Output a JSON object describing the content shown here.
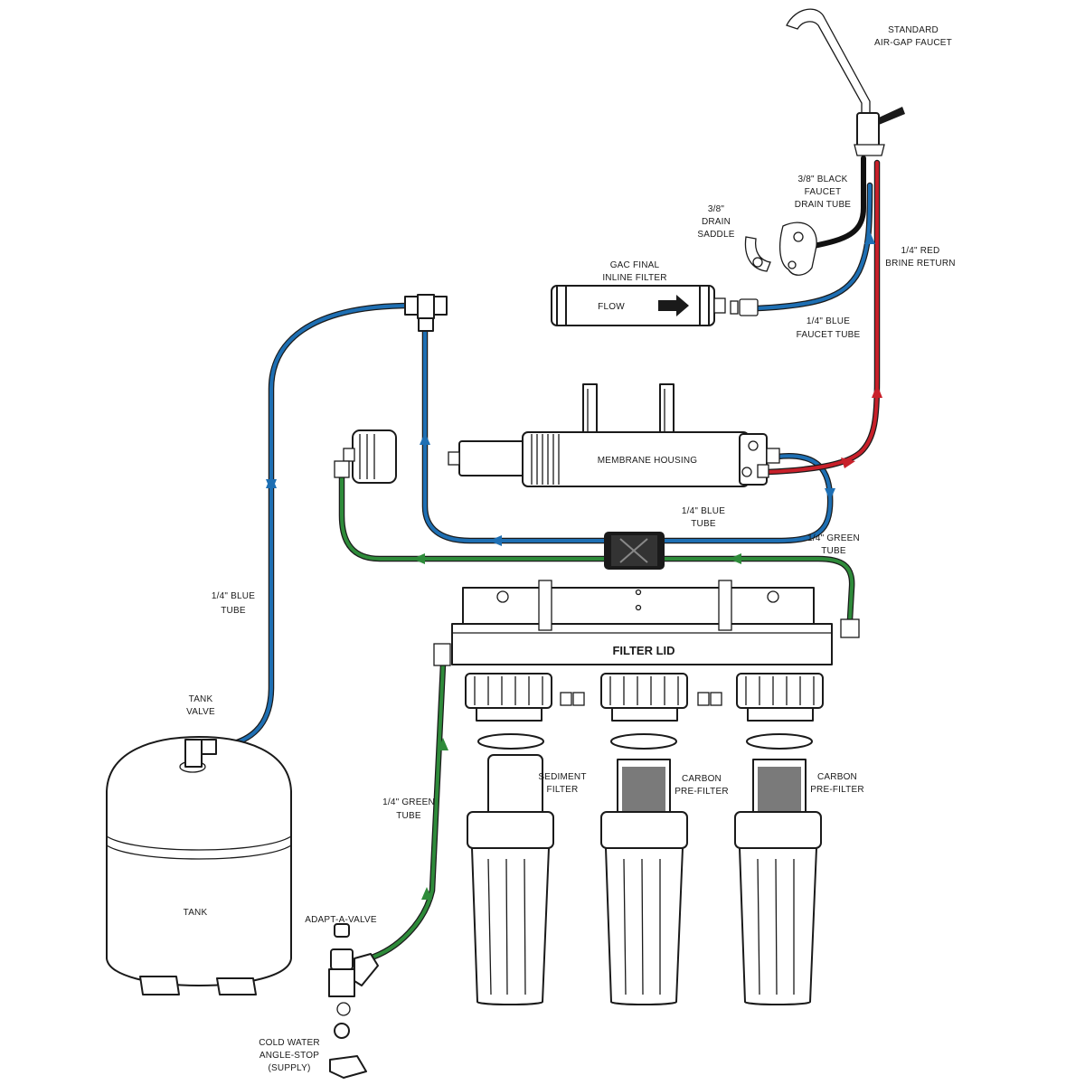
{
  "colors": {
    "blue_tube": "#1e6fb3",
    "green_tube": "#2e8b3a",
    "red_tube": "#c8202a",
    "black_tube": "#111111",
    "line_art": "#1a1a1a"
  },
  "labels": {
    "faucet": [
      "STANDARD",
      "AIR-GAP FAUCET"
    ],
    "black_drain_tube": [
      "3/8\" BLACK",
      "FAUCET",
      "DRAIN TUBE"
    ],
    "drain_saddle": [
      "3/8\"",
      "DRAIN",
      "SADDLE"
    ],
    "red_brine_return": [
      "1/4\" RED",
      "BRINE RETURN"
    ],
    "gac_filter": [
      "GAC FINAL",
      "INLINE FILTER"
    ],
    "flow": "FLOW",
    "blue_faucet_tube": [
      "1/4\" BLUE",
      "FAUCET TUBE"
    ],
    "membrane_housing": "MEMBRANE HOUSING",
    "blue_tube_mid": [
      "1/4\" BLUE",
      "TUBE"
    ],
    "green_tube_right": [
      "1/4\" GREEN",
      "TUBE"
    ],
    "blue_tube_left": [
      "1/4\" BLUE",
      "TUBE"
    ],
    "filter_lid": "FILTER LID",
    "tank_valve": [
      "TANK",
      "VALVE"
    ],
    "tank": "TANK",
    "sediment_filter": [
      "SEDIMENT",
      "FILTER"
    ],
    "carbon_prefilter_1": [
      "CARBON",
      "PRE-FILTER"
    ],
    "carbon_prefilter_2": [
      "CARBON",
      "PRE-FILTER"
    ],
    "green_tube_left": [
      "1/4\" GREEN",
      "TUBE"
    ],
    "adapt_a_valve": "ADAPT-A-VALVE",
    "cold_water": [
      "COLD WATER",
      "ANGLE-STOP",
      "(SUPPLY)"
    ]
  }
}
